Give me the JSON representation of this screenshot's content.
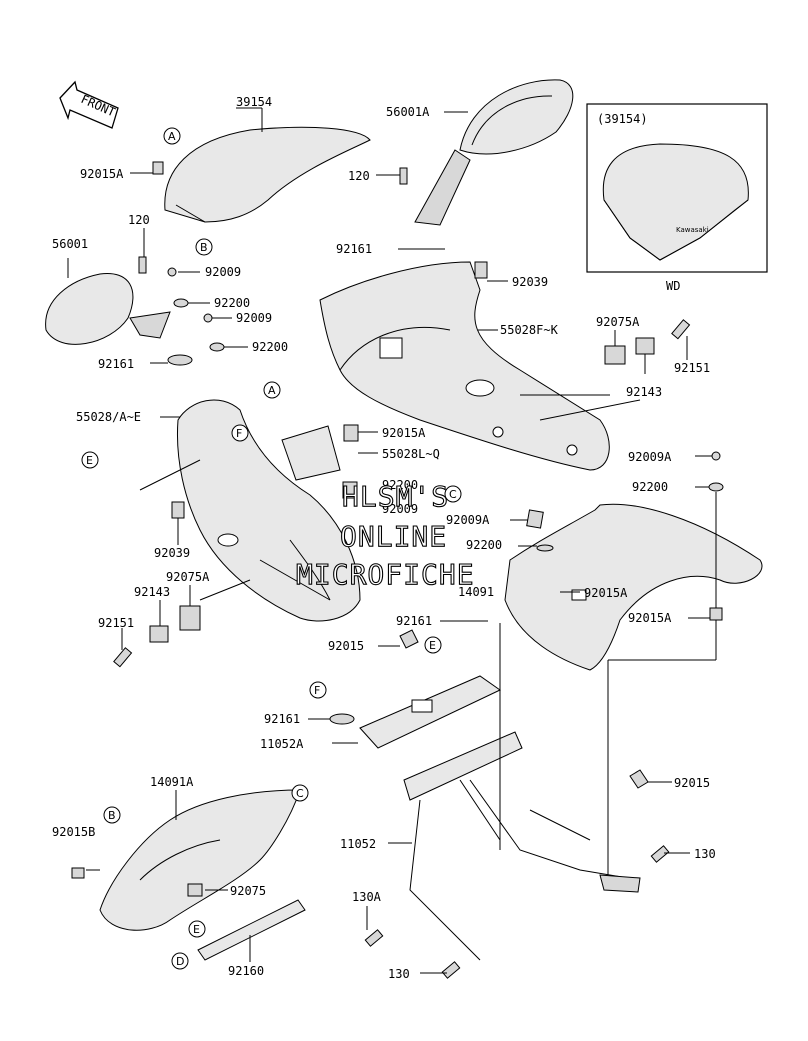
{
  "front_arrow": "FRONT",
  "inset": {
    "title": "(39154)",
    "caption": "WD",
    "brand": "Kawasaki"
  },
  "watermark": [
    "HLSM'S",
    "ONLINE",
    "MICROFICHE"
  ],
  "callouts": [
    "A",
    "B",
    "C",
    "D",
    "E",
    "F"
  ],
  "labels": {
    "l39154": "39154",
    "l56001A": "56001A",
    "l92015A_1": "92015A",
    "l120_1": "120",
    "l120_2": "120",
    "l56001": "56001",
    "l92009_1": "92009",
    "l92200_1": "92200",
    "l92009_2": "92009",
    "l92200_2": "92200",
    "l92161_1": "92161",
    "l92161_2": "92161",
    "l92039_1": "92039",
    "l55028FK": "55028F~K",
    "l92075A_1": "92075A",
    "l92151_1": "92151",
    "l92143_1": "92143",
    "l55028AE": "55028/A~E",
    "l92015A_2": "92015A",
    "l55028LQ": "55028L~Q",
    "l92009A_1": "92009A",
    "l92200_3": "92200",
    "l92200_4": "92200",
    "l92009_3": "92009",
    "l92009A_2": "92009A",
    "l92200_5": "92200",
    "l92039_2": "92039",
    "l92075A_2": "92075A",
    "l92143_2": "92143",
    "l14091": "14091",
    "l92015A_3": "92015A",
    "l92015A_4": "92015A",
    "l92151_2": "92151",
    "l92161_3": "92161",
    "l92015_1": "92015",
    "l92161_4": "92161",
    "l11052A": "11052A",
    "l14091A": "14091A",
    "l92015_2": "92015",
    "l92015B": "92015B",
    "l11052": "11052",
    "l130_1": "130",
    "l92075": "92075",
    "l130A": "130A",
    "l92160": "92160",
    "l130_2": "130"
  }
}
